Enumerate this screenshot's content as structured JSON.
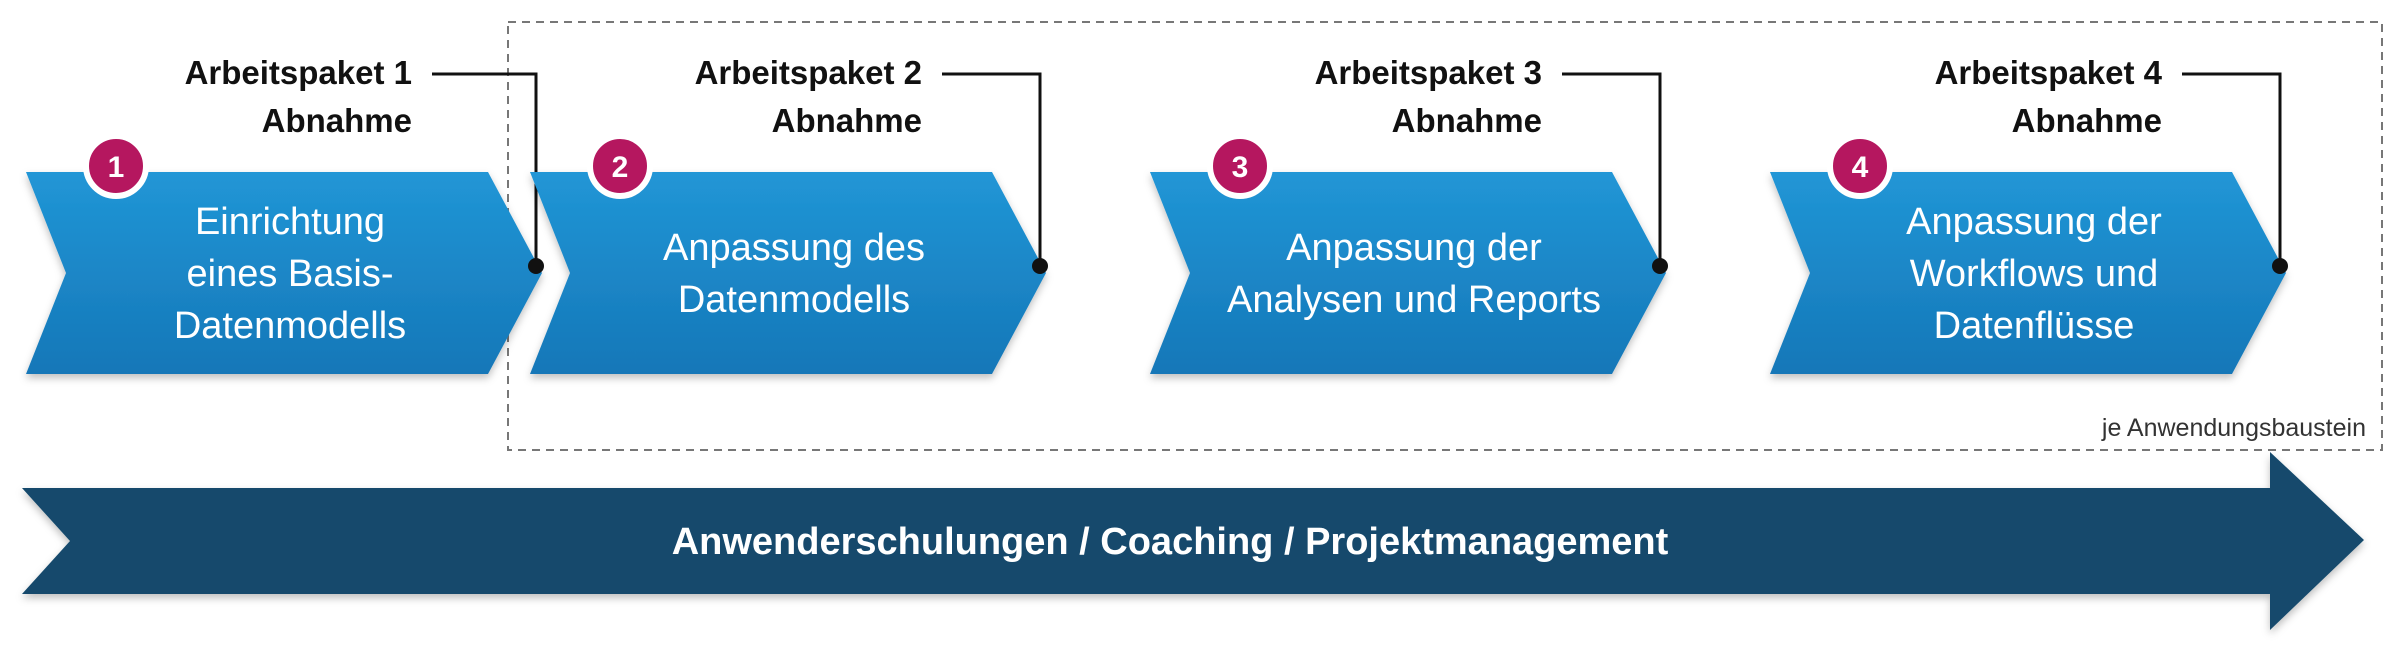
{
  "colors": {
    "chevron": "#1b88c8",
    "chevron_dark": "#1270ab",
    "badge": "#b5175f",
    "banner": "#124a6c",
    "connector": "#111111",
    "scope_border": "#777777"
  },
  "steps": [
    {
      "number": "1",
      "title_lines": [
        "Einrichtung",
        "eines Basis-",
        "Datenmodells"
      ],
      "deliverable": [
        "Arbeitspaket 1",
        "Abnahme"
      ]
    },
    {
      "number": "2",
      "title_lines": [
        "Anpassung des",
        "Datenmodells"
      ],
      "deliverable": [
        "Arbeitspaket 2",
        "Abnahme"
      ]
    },
    {
      "number": "3",
      "title_lines": [
        "Anpassung der",
        "Analysen und Reports"
      ],
      "deliverable": [
        "Arbeitspaket 3",
        "Abnahme"
      ]
    },
    {
      "number": "4",
      "title_lines": [
        "Anpassung der",
        "Workflows und",
        "Datenflüsse"
      ],
      "deliverable": [
        "Arbeitspaket 4",
        "Abnahme"
      ]
    }
  ],
  "scope_label": "je Anwendungsbaustein",
  "banner": {
    "label": "Anwenderschulungen / Coaching / Projektmanagement"
  }
}
